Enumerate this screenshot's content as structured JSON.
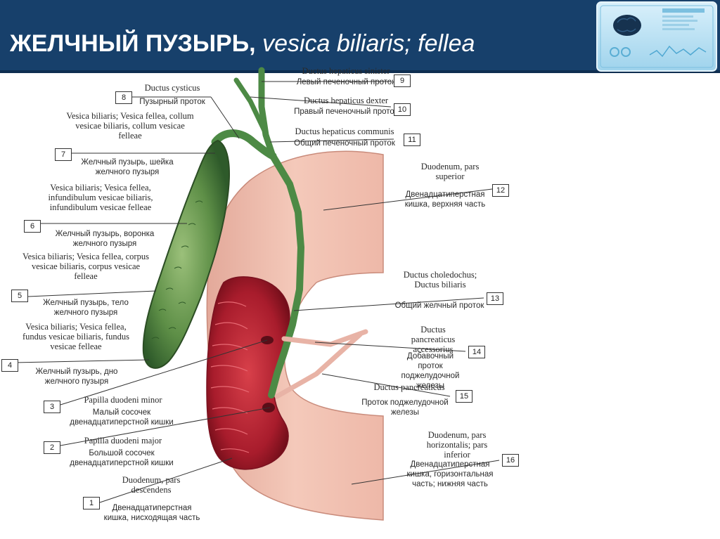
{
  "slide": {
    "title_bold": "ЖЕЛЧНЫЙ ПУЗЫРЬ,",
    "title_latin": "vesica biliaris; fellea",
    "header_color": "#17406b",
    "logo_icon": "brain-screen-icon"
  },
  "figure": {
    "labels": [
      {
        "number": "9",
        "latin": "Ductus hepaticus sinister",
        "russian": "Левый печеночный проток"
      },
      {
        "number": "10",
        "latin": "Ductus hepaticus dexter",
        "russian": "Правый печеночный проток"
      },
      {
        "number": "11",
        "latin": "Ductus hepaticus communis",
        "russian": "Общий печеночный проток"
      },
      {
        "number": "8",
        "latin": "Ductus cysticus",
        "russian": "Пузырный проток"
      },
      {
        "number": "7",
        "latin": "Vesica biliaris; Vesica fellea, collum vesicae biliaris, collum vesicae felleae",
        "russian": "Желчный пузырь, шейка желчного пузыря"
      },
      {
        "number": "6",
        "latin": "Vesica biliaris; Vesica fellea, infundibulum vesicae biliaris, infundibulum vesicae felleae",
        "russian": "Желчный пузырь, воронка желчного пузыря"
      },
      {
        "number": "5",
        "latin": "Vesica biliaris; Vesica fellea, corpus vesicae biliaris, corpus vesicae felleae",
        "russian": "Желчный пузырь, тело желчного пузыря"
      },
      {
        "number": "4",
        "latin": "Vesica biliaris; Vesica fellea, fundus vesicae biliaris, fundus vesicae felleae",
        "russian": "Желчный пузырь, дно желчного пузыря"
      },
      {
        "number": "3",
        "latin": "Papilla duodeni minor",
        "russian": "Малый сосочек двенадцатиперстной кишки"
      },
      {
        "number": "2",
        "latin": "Papilla duodeni major",
        "russian": "Большой сосочек двенадцатиперстной кишки"
      },
      {
        "number": "1",
        "latin": "Duodenum, pars descendens",
        "russian": "Двенадцатиперстная кишка, нисходящая часть"
      },
      {
        "number": "12",
        "latin": "Duodenum, pars superior",
        "russian": "Двенадцатиперстная кишка, верхняя часть"
      },
      {
        "number": "13",
        "latin": "Ductus choledochus; Ductus biliaris",
        "russian": "Общий желчный проток"
      },
      {
        "number": "14",
        "latin": "Ductus pancreaticus accessorius",
        "russian": "Добавочный проток поджелудочной железы"
      },
      {
        "number": "15",
        "latin": "Ductus pancreaticus",
        "russian": "Проток поджелудочной железы"
      },
      {
        "number": "16",
        "latin": "Duodenum, pars horizontalis; pars inferior",
        "russian": "Двенадцатиперстная кишка, горизонтальная часть; нижняя часть"
      }
    ]
  }
}
